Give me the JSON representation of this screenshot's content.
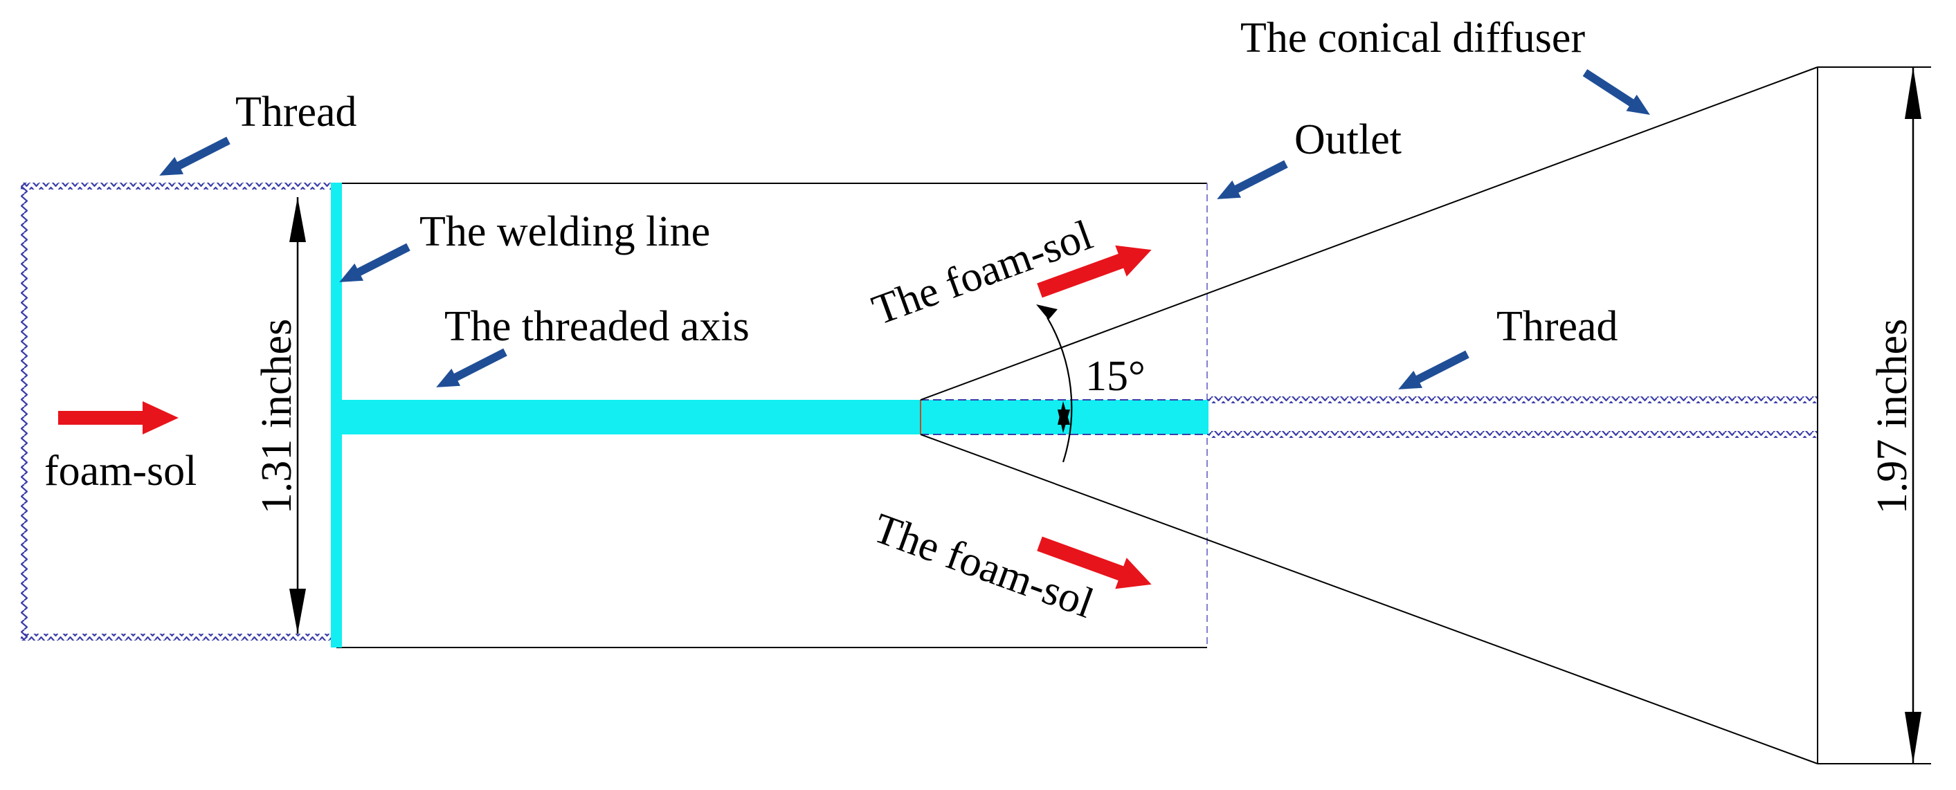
{
  "labels": {
    "thread_left": "Thread",
    "thread_right": "Thread",
    "welding_line": "The welding line",
    "threaded_axis": "The threaded axis",
    "foam_sol_inlet": "foam-sol",
    "foam_sol_upper": "The foam-sol",
    "foam_sol_lower": "The foam-sol",
    "outlet": "Outlet",
    "conical_diffuser": "The conical diffuser",
    "angle": "15°",
    "inner_dimension": "1.31 inches",
    "outer_dimension": "1.97 inches"
  },
  "colors": {
    "flow_arrow": "#e8141b",
    "pointer_arrow": "#1f4e96",
    "weld_cyan": "#12eef2",
    "thread_blue": "#3b3ea8",
    "outline": "#000000",
    "dashed_edge": "#8080d0"
  }
}
